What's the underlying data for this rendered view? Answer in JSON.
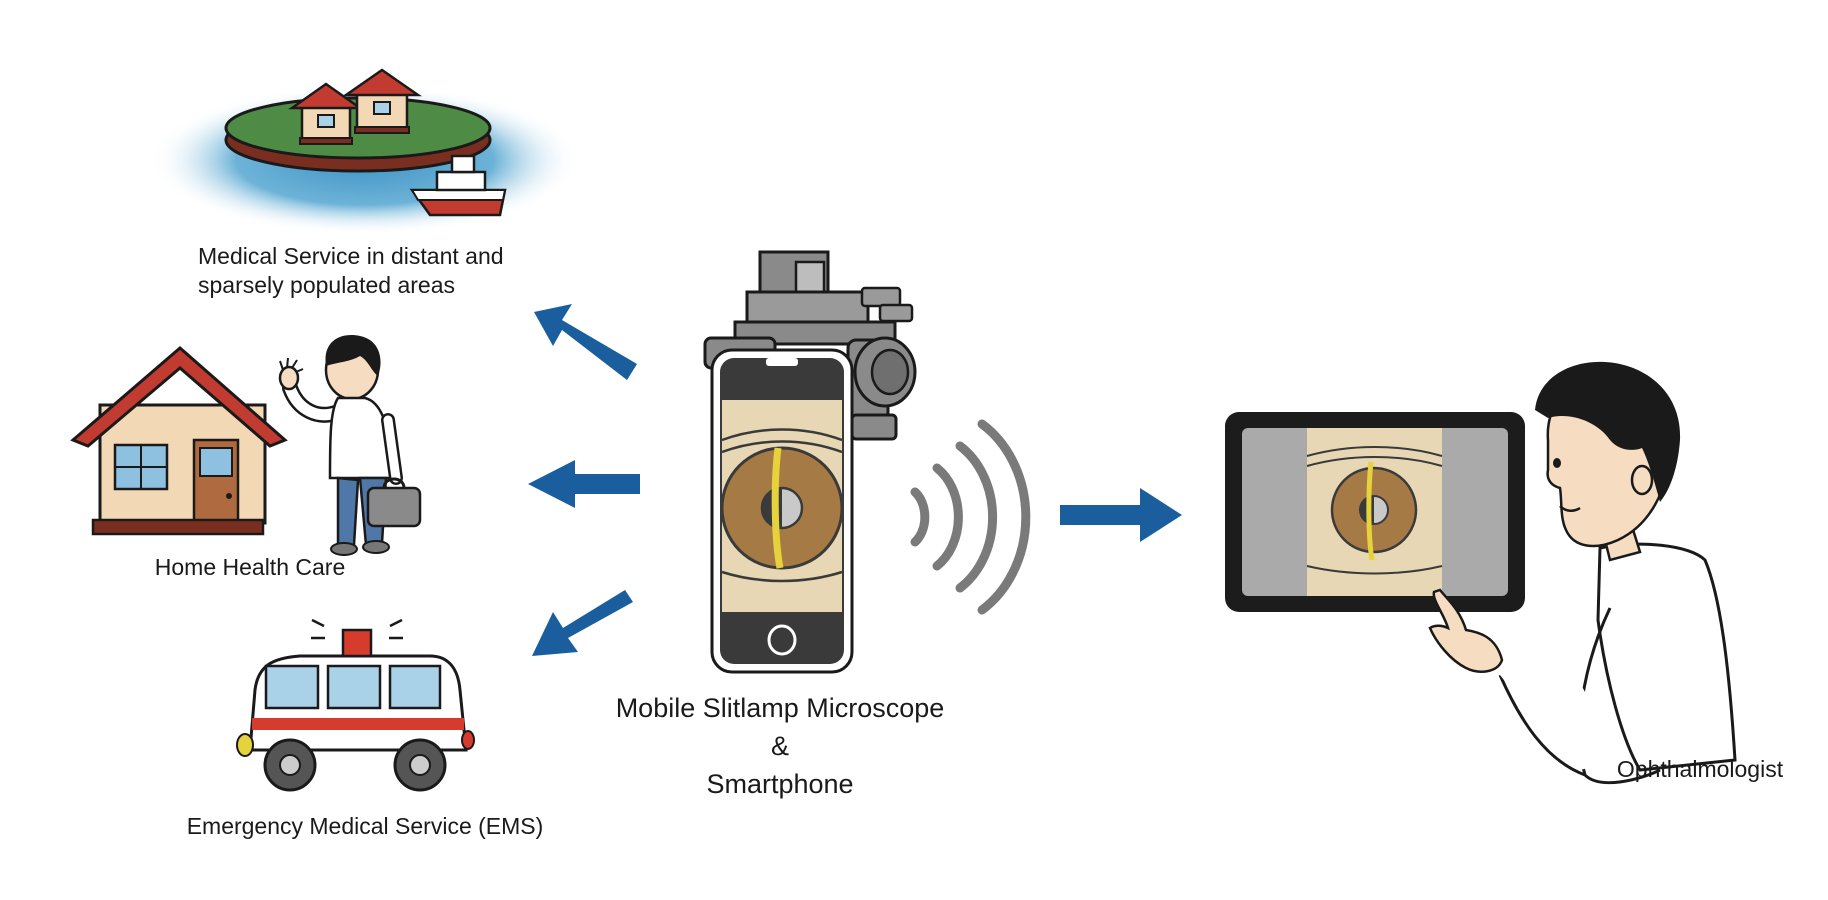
{
  "labels": {
    "remote_line1": "Medical Service in distant and",
    "remote_line2": "sparsely populated areas",
    "home": "Home Health Care",
    "ems": "Emergency Medical Service (EMS)",
    "device_line1": "Mobile Slitlamp Microscope",
    "device_line2": "&",
    "device_line3": "Smartphone",
    "doctor": "Ophthalmologist"
  },
  "colors": {
    "arrow": "#1a5e9e",
    "water": "#5aa6cf",
    "grass": "#4e8c45",
    "roof": "#c23b30",
    "house_wall": "#f3d8b6",
    "iris": "#a67a45",
    "slit": "#e6d23a",
    "device_gray": "#8a8a8a",
    "screen_frame": "#1c1c1c"
  },
  "icons": [
    "island-icon",
    "house-icon",
    "caregiver-icon",
    "ambulance-icon",
    "slitlamp-smartphone-icon",
    "wireless-signal-icon",
    "tablet-icon",
    "ophthalmologist-icon"
  ]
}
